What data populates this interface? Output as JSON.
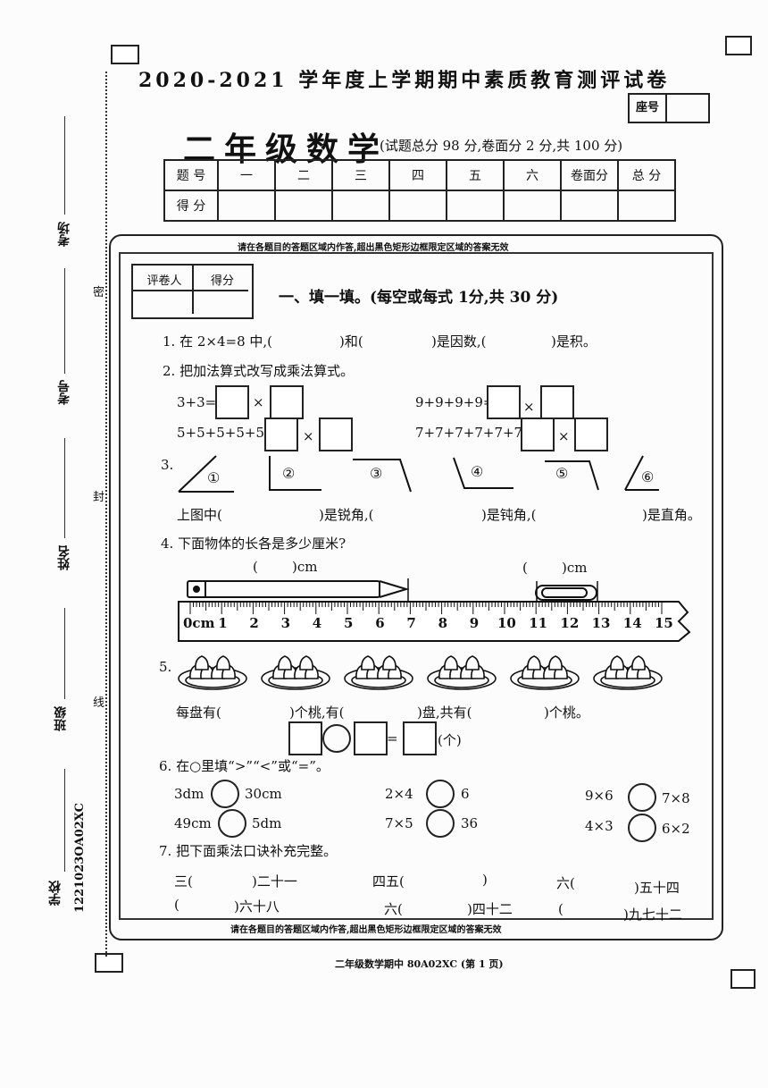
{
  "header": {
    "title": "2020-2021 学年度上学期期中素质教育测评试卷",
    "seat_label": "座号",
    "subject": "二年级数学",
    "subject_note": "(试题总分 98 分,卷面分 2 分,共 100 分)"
  },
  "score_table": {
    "row1_label": "题 号",
    "columns": [
      "一",
      "二",
      "三",
      "四",
      "五",
      "六",
      "卷面分",
      "总 分"
    ],
    "row2_label": "得 分"
  },
  "binding": {
    "exam_room": "考场",
    "exam_number": "考号",
    "name": "姓名",
    "class": "班级",
    "school": "学校",
    "code": "1221023OA02XC",
    "seal_mi": "密",
    "seal_feng": "封",
    "seal_xian": "线"
  },
  "notice_top": "请在各题目的答题区域内作答,超出黑色矩形边框限定区域的答案无效",
  "notice_bottom": "请在各题目的答题区域内作答,超出黑色矩形边框限定区域的答案无效",
  "grader": {
    "col1": "评卷人",
    "col2": "得分"
  },
  "section1": {
    "title": "一、填一填。(每空或每式 1分,共 30 分)",
    "q1": {
      "text": "1. 在 2×4=8 中,(",
      "mid1": ")和(",
      "mid2": ")是因数,(",
      "end": ")是积。"
    },
    "q2": {
      "text": "2. 把加法算式改写成乘法算式。",
      "e1": "3+3=",
      "e2": "9+9+9+9=",
      "e3": "5+5+5+5+5=",
      "e4": "7+7+7+7+7+7=",
      "times": "×"
    },
    "q3": {
      "num": "3.",
      "labels": [
        "①",
        "②",
        "③",
        "④",
        "⑤",
        "⑥"
      ],
      "line_a": "上图中(",
      "line_b": ")是锐角,(",
      "line_c": ")是钝角,(",
      "line_d": ")是直角。"
    },
    "q4": {
      "text": "4. 下面物体的长各是多少厘米?",
      "blank1": "(        )cm",
      "blank2": "(        )cm",
      "ruler_zero": "0cm",
      "ruler_numbers": [
        "1",
        "2",
        "3",
        "4",
        "5",
        "6",
        "7",
        "8",
        "9",
        "10",
        "11",
        "12",
        "13",
        "14",
        "15"
      ]
    },
    "q5": {
      "num": "5.",
      "plates": 6,
      "line_a": "每盘有(",
      "line_b": ")个桃,有(",
      "line_c": ")盘,共有(",
      "line_d": ")个桃。",
      "eq": "=",
      "unit": "(个)"
    },
    "q6": {
      "text": "6. 在○里填“>”“<”或“=”。",
      "items": [
        {
          "l": "3dm",
          "r": "30cm"
        },
        {
          "l": "2×4",
          "r": "6"
        },
        {
          "l": "9×6",
          "r": "7×8"
        },
        {
          "l": "49cm",
          "r": "5dm"
        },
        {
          "l": "7×5",
          "r": "36"
        },
        {
          "l": "4×3",
          "r": "6×2"
        }
      ]
    },
    "q7": {
      "text": "7. 把下面乘法口诀补充完整。",
      "r1a": "三(",
      "r1b": ")二十一",
      "r1c": "四五(",
      "r1d": ")",
      "r1e": "六(",
      "r1f": ")五十四",
      "r2a": "(",
      "r2b": ")六十八",
      "r2c": "六(",
      "r2d": ")四十二",
      "r2e": "(",
      "r2f": ")九七十二"
    }
  },
  "footer": "二年级数学期中 80A02XC (第 1 页)"
}
